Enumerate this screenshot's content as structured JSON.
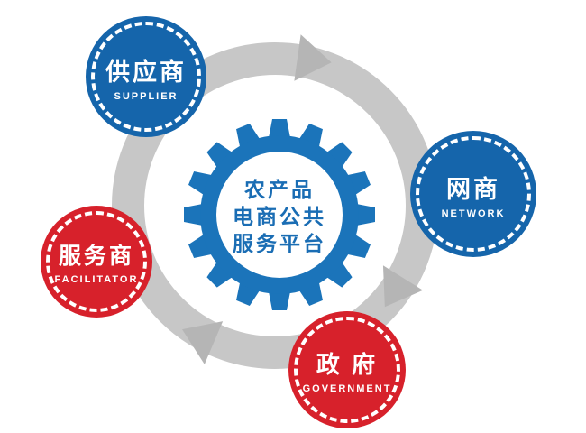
{
  "diagram": {
    "center": {
      "line1": "农产品",
      "line2": "电商公共",
      "line3": "服务平台"
    },
    "nodes": [
      {
        "zh": "供应商",
        "en": "SUPPLIER",
        "color": "#1565ab"
      },
      {
        "zh": "网商",
        "en": "NETWORK",
        "color": "#1565ab"
      },
      {
        "zh": "服务商",
        "en": "FACILITATOR",
        "color": "#d7212b"
      },
      {
        "zh": "政 府",
        "en": "GOVERNMENT",
        "color": "#d7212b"
      }
    ],
    "icons": {
      "gear": "gear-icon",
      "cycle": "cycle-arrows-icon"
    },
    "colors": {
      "ring": "#c7c7c7",
      "arrow": "#b5b5b5",
      "gear_blue": "#1b74ba",
      "center_text": "#1a6db4",
      "node_blue": "#1565ab",
      "node_red": "#d7212b"
    }
  }
}
